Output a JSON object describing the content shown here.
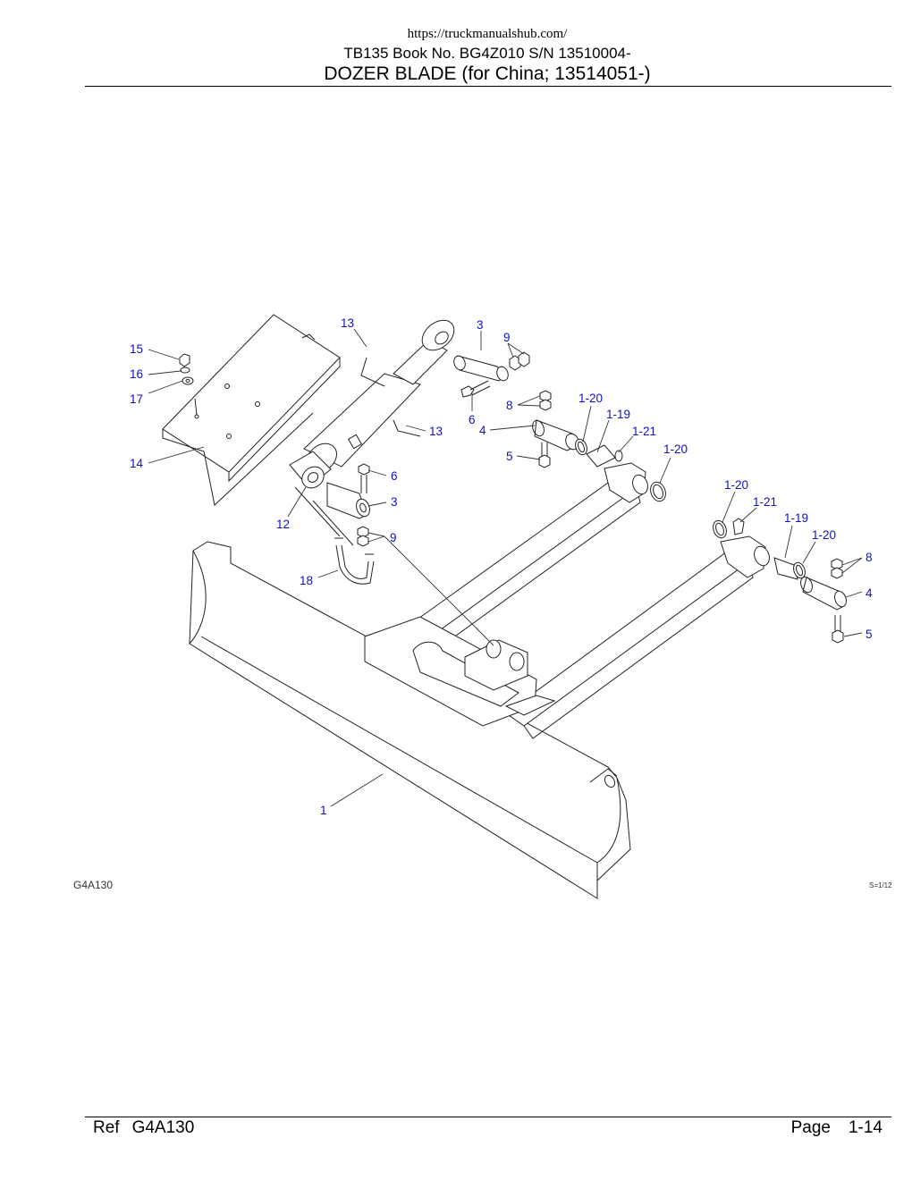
{
  "header": {
    "url": "https://truckmanualshub.com/",
    "book_line": "TB135  Book No. BG4Z010 S/N 13510004-",
    "title": "DOZER BLADE (for China; 13514051-)"
  },
  "figure": {
    "code": "G4A130",
    "scale": "S=1/12",
    "callouts": [
      {
        "id": "c-13a",
        "text": "13"
      },
      {
        "id": "c-3a",
        "text": "3"
      },
      {
        "id": "c-9a",
        "text": "9"
      },
      {
        "id": "c-15",
        "text": "15"
      },
      {
        "id": "c-16",
        "text": "16"
      },
      {
        "id": "c-17",
        "text": "17"
      },
      {
        "id": "c-8a",
        "text": "8"
      },
      {
        "id": "c-1-20a",
        "text": "1-20"
      },
      {
        "id": "c-1-19a",
        "text": "1-19"
      },
      {
        "id": "c-6a",
        "text": "6"
      },
      {
        "id": "c-13b",
        "text": "13"
      },
      {
        "id": "c-4a",
        "text": "4"
      },
      {
        "id": "c-1-21a",
        "text": "1-21"
      },
      {
        "id": "c-5a",
        "text": "5"
      },
      {
        "id": "c-1-20b",
        "text": "1-20"
      },
      {
        "id": "c-14",
        "text": "14"
      },
      {
        "id": "c-6b",
        "text": "6"
      },
      {
        "id": "c-1-20c",
        "text": "1-20"
      },
      {
        "id": "c-3b",
        "text": "3"
      },
      {
        "id": "c-1-21b",
        "text": "1-21"
      },
      {
        "id": "c-12",
        "text": "12"
      },
      {
        "id": "c-1-19b",
        "text": "1-19"
      },
      {
        "id": "c-9b",
        "text": "9"
      },
      {
        "id": "c-1-20d",
        "text": "1-20"
      },
      {
        "id": "c-8b",
        "text": "8"
      },
      {
        "id": "c-18",
        "text": "18"
      },
      {
        "id": "c-4b",
        "text": "4"
      },
      {
        "id": "c-5b",
        "text": "5"
      },
      {
        "id": "c-1",
        "text": "1"
      }
    ]
  },
  "footer": {
    "ref_label": "Ref",
    "ref_value": "G4A130",
    "page_label": "Page",
    "page_value": "1-14"
  }
}
